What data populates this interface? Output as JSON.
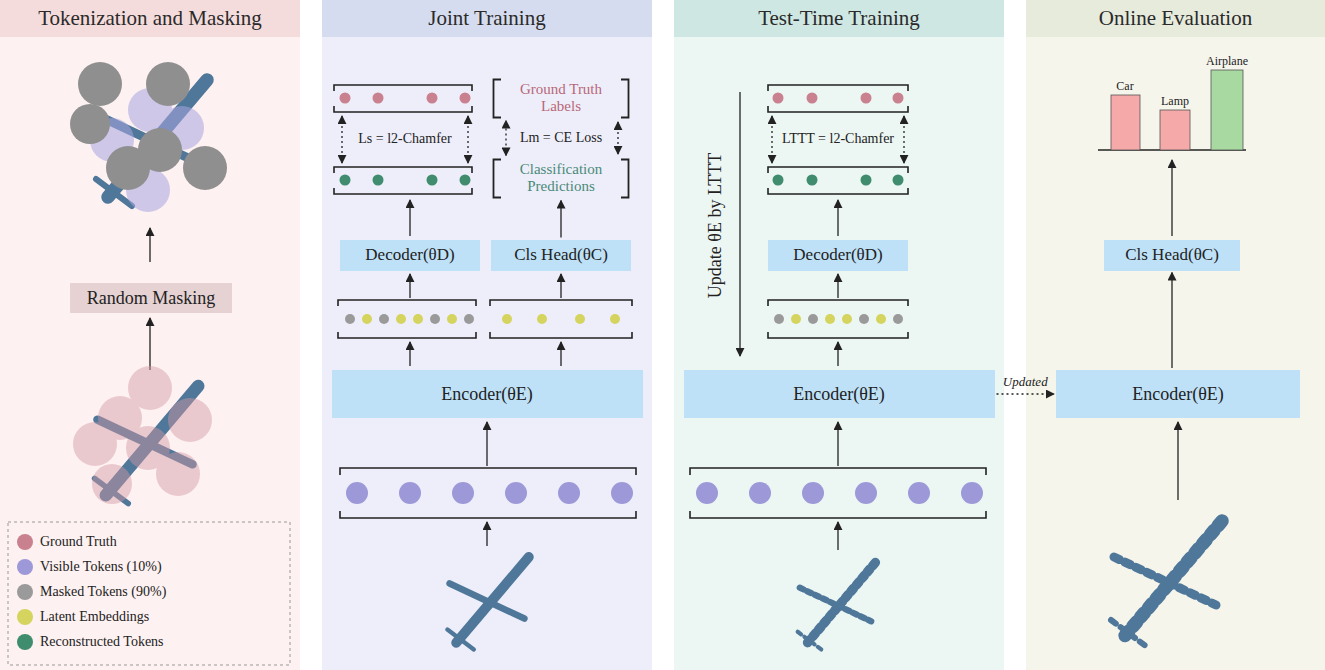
{
  "diagram": {
    "nodes": [
      {
        "text": [
          "Tokenization and Masking"
        ]
      },
      {
        "text": [
          "Random Masking"
        ],
        "in": 0
      },
      {
        "text": [
          "Joint Training"
        ]
      },
      {
        "text": [
          "Ground Truth Labels"
        ],
        "in": 2
      },
      {
        "text": [
          "Classification Predictions"
        ],
        "in": 2
      },
      {
        "text": [
          "Decoder(θD)"
        ],
        "in": 2
      },
      {
        "text": [
          "Cls Head(θC)"
        ],
        "in": 2
      },
      {
        "text": [
          "Encoder(θE)"
        ],
        "in": 2
      },
      {
        "text": [
          "Test-Time Training"
        ]
      },
      {
        "text": [
          "Decoder(θD)"
        ],
        "in": 8
      },
      {
        "text": [
          "Encoder(θE)"
        ],
        "in": 8
      },
      {
        "text": [
          "Online Evaluation"
        ]
      },
      {
        "text": [
          "Cls Head(θC)"
        ],
        "in": 11
      },
      {
        "text": [
          "Encoder(θE)"
        ],
        "in": 11
      }
    ],
    "edges": [
      {
        "from": 6,
        "to": 4,
        "arrow": "to"
      },
      {
        "from": 4,
        "to": 3,
        "label": "Lm = CE Loss",
        "arrow": "both"
      },
      {
        "from": 10,
        "to": 13,
        "label": "Updated",
        "arrow": "to"
      },
      {
        "from": 13,
        "to": 12,
        "arrow": "to"
      }
    ],
    "labels": [
      "Ls = l2-Chamfer",
      "LTTT = l2-Chamfer",
      "Update θE by LTTT",
      "Car",
      "Lamp",
      "Airplane"
    ],
    "legend": [
      {
        "text": "Ground Truth",
        "color": "#c9818f"
      },
      {
        "text": "Visible Tokens (10%)",
        "color": "#9d99d8"
      },
      {
        "text": "Masked Tokens (90%)",
        "color": "#9a9a9a"
      },
      {
        "text": "Latent Embeddings",
        "color": "#d4d45e"
      },
      {
        "text": "Reconstructed Tokens",
        "color": "#3f8d6e"
      }
    ]
  }
}
